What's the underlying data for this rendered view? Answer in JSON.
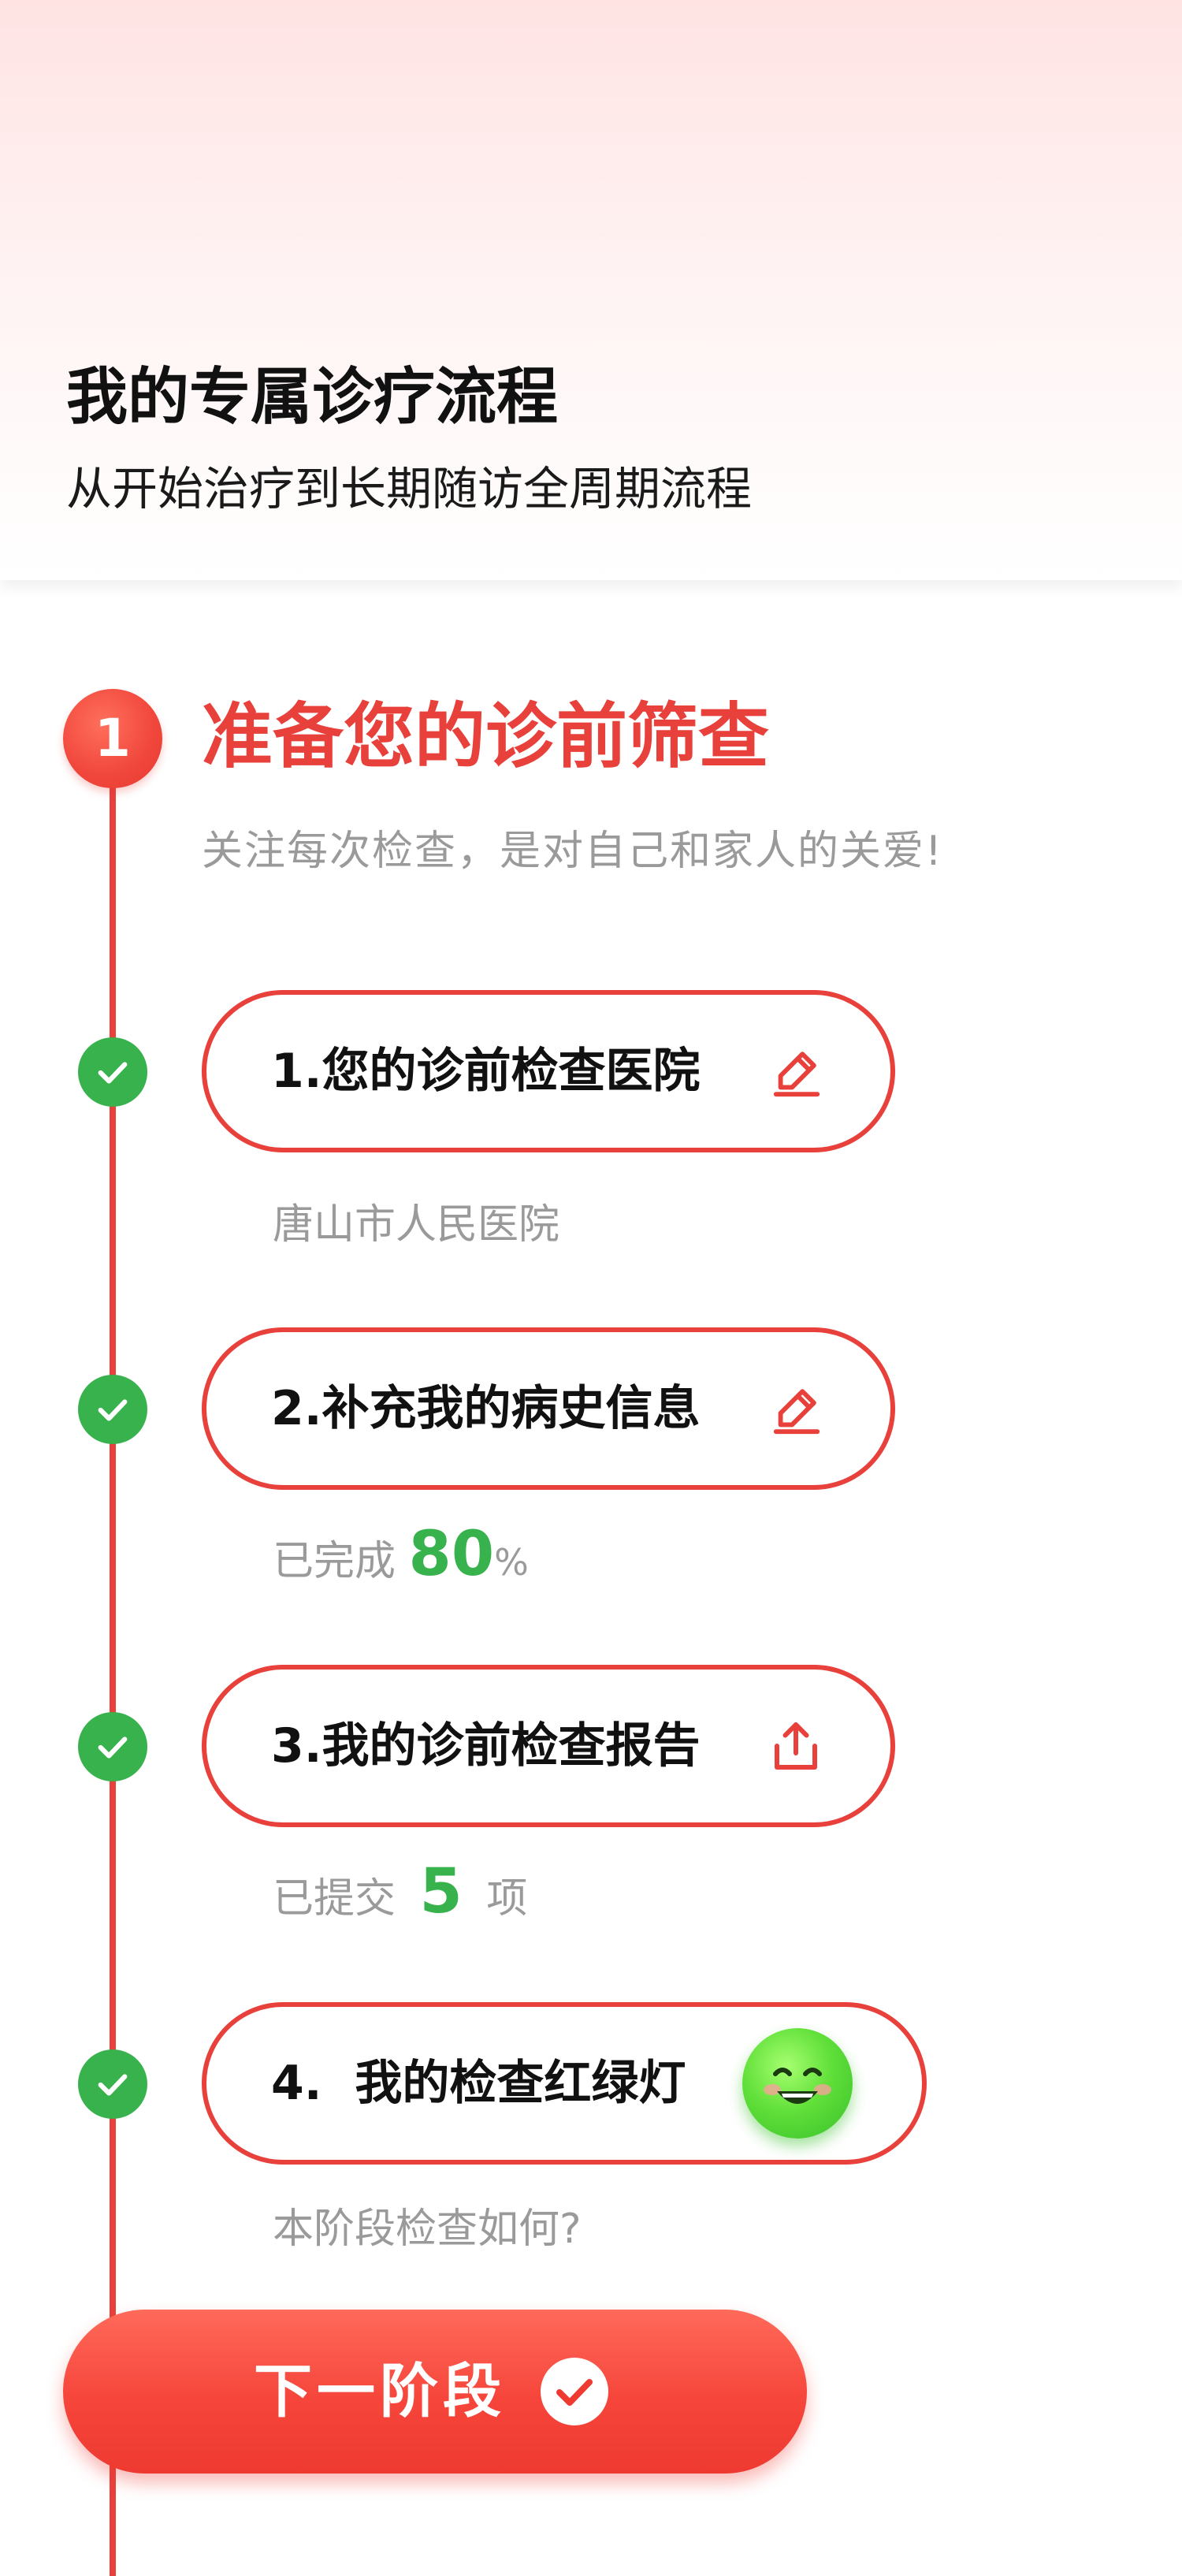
{
  "header": {
    "title": "我的专属诊疗流程",
    "subtitle": "从开始治疗到长期随访全周期流程"
  },
  "stage": {
    "number": "1",
    "title": "准备您的诊前筛查",
    "description": "关注每次检查，是对自己和家人的关爱!"
  },
  "steps": [
    {
      "label": "1.您的诊前检查医院",
      "action_icon": "edit-icon",
      "status_text": "唐山市人民医院"
    },
    {
      "label": "2.补充我的病史信息",
      "action_icon": "edit-icon",
      "status_prefix": "已完成",
      "status_value": "80",
      "status_suffix": "%"
    },
    {
      "label": "3.我的诊前检查报告",
      "action_icon": "upload-icon",
      "status_prefix": "已提交",
      "status_value": "5",
      "status_suffix": "项"
    },
    {
      "label": "4.  我的检查红绿灯",
      "action_icon": "smiley-face-icon",
      "status_text": "本阶段检查如何?"
    }
  ],
  "next_button": {
    "label": "下一阶段",
    "icon": "check-circle-icon"
  },
  "colors": {
    "accent_red": "#e8403a",
    "success_green": "#37b24d",
    "muted_text": "#9a9a9a"
  }
}
